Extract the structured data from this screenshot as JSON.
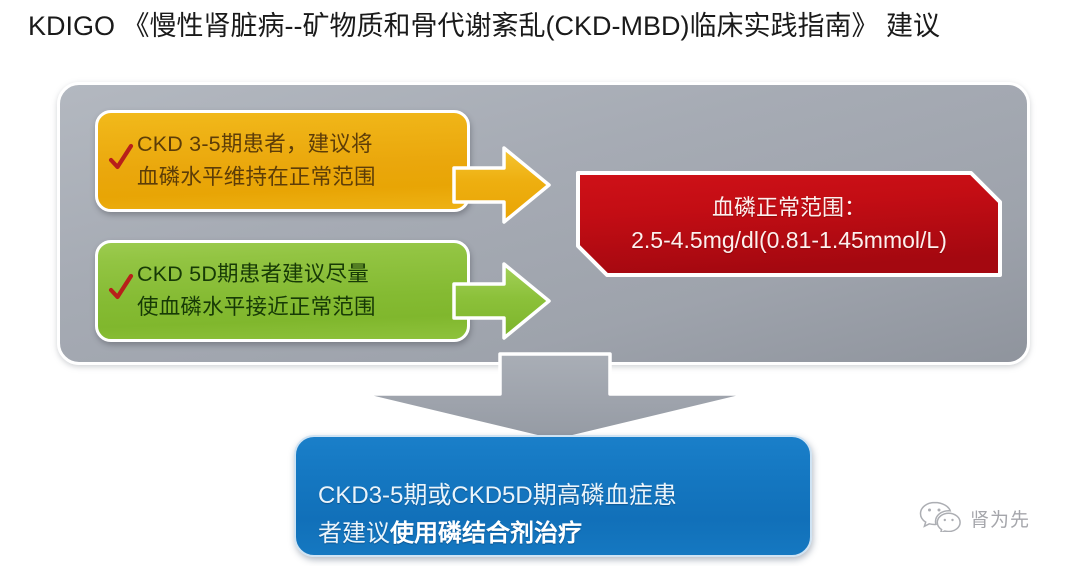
{
  "slide": {
    "title": "KDIGO 《慢性肾脏病--矿物质和骨代谢紊乱(CKD-MBD)临床实践指南》 建议"
  },
  "panel": {
    "name": "recommendation-panel",
    "background_color": "#a6abb4"
  },
  "recommendations": [
    {
      "id": "ckd-3-5",
      "color": "#eaa70c",
      "accent_color": "#c0392b",
      "marker": "check-icon",
      "text": "CKD 3-5期患者，建议将\n血磷水平维持在正常范围",
      "arrow": "arrow-right-icon"
    },
    {
      "id": "ckd-5d",
      "color": "#85bb33",
      "accent_color": "#c0392b",
      "marker": "check-icon",
      "text": "CKD 5D期患者建议尽量\n使血磷水平接近正常范围",
      "arrow": "arrow-right-icon"
    }
  ],
  "target_range": {
    "color": "#c30d14",
    "line1": "血磷正常范围：",
    "line2": "2.5-4.5mg/dl(0.81-1.45mmol/L)"
  },
  "conclusion": {
    "color": "#1578c2",
    "text_part1": "CKD3-5期或CKD5D期高磷血症患\n者建议",
    "text_emphasis": "使用磷结合剂治疗",
    "arrow": "arrow-down-icon"
  },
  "watermark": {
    "icon": "wechat-icon",
    "text": "肾为先"
  }
}
